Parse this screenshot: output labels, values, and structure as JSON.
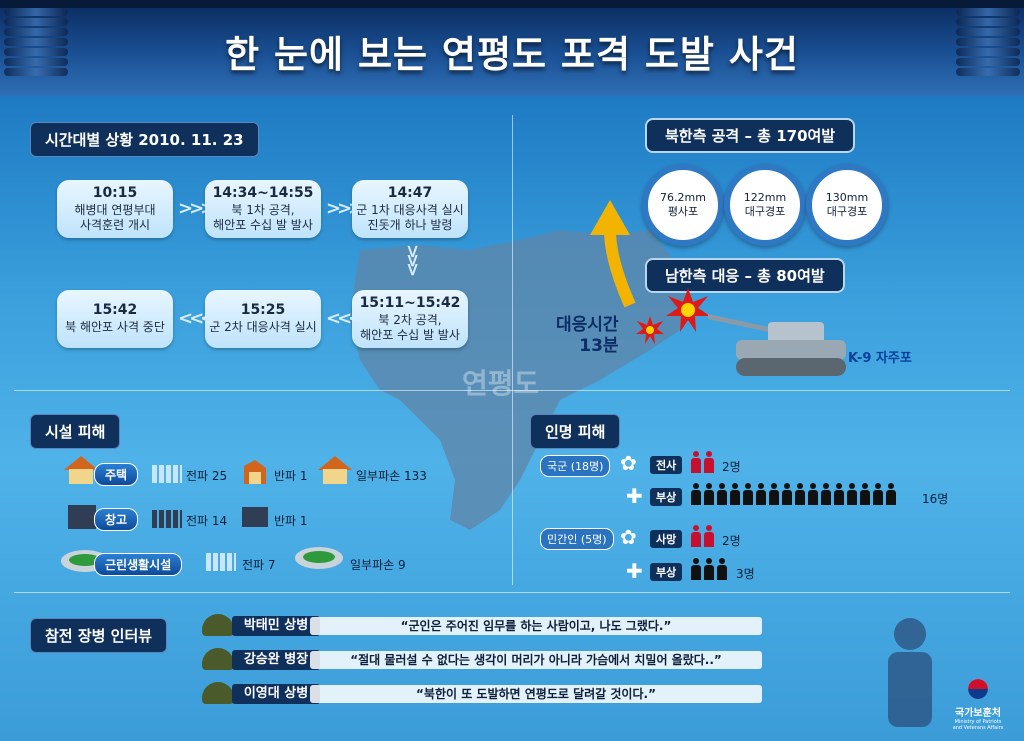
{
  "title": "한 눈에 보는 연평도 포격 도발 사건",
  "island_name": "연평도",
  "timeline": {
    "heading": "시간대별 상황 2010. 11. 23",
    "events": [
      {
        "time": "10:15",
        "line1": "해병대 연평부대",
        "line2": "사격훈련 개시"
      },
      {
        "time": "14:34~14:55",
        "line1": "북 1차 공격,",
        "line2": "해안포 수십 발 발사"
      },
      {
        "time": "14:47",
        "line1": "군 1차 대응사격 실시",
        "line2": "진돗개 하나 발령"
      },
      {
        "time": "15:11~15:42",
        "line1": "북 2차 공격,",
        "line2": "해안포 수십 발 발사"
      },
      {
        "time": "15:25",
        "line1": "군 2차 대응사격 실시",
        "line2": ""
      },
      {
        "time": "15:42",
        "line1": "북 해안포 사격 중단",
        "line2": ""
      }
    ]
  },
  "attack": {
    "nk_heading": "북한측 공격 – 총 170여발",
    "weapons": [
      {
        "caliber": "76.2mm",
        "name": "평사포"
      },
      {
        "caliber": "122mm",
        "name": "대구경포"
      },
      {
        "caliber": "130mm",
        "name": "대구경포"
      }
    ],
    "sk_heading": "남한측 대응 – 총 80여발",
    "response_time_label": "대응시간",
    "response_time_value": "13분",
    "k9_label": "K-9 자주포"
  },
  "facility_damage": {
    "heading": "시설 피해",
    "rows": [
      {
        "label": "주택",
        "destroyed": "전파 25",
        "half": "반파 1",
        "partial": "일부파손 133"
      },
      {
        "label": "창고",
        "destroyed": "전파 14",
        "half": "반파 1"
      },
      {
        "label": "근린생활시설",
        "destroyed": "전파 7",
        "partial": "일부파손 9"
      }
    ]
  },
  "casualties": {
    "heading": "인명 피해",
    "military_label": "국군 (18명)",
    "civilian_label": "민간인 (5명)",
    "rows": [
      {
        "tag": "전사",
        "count_text": "2명",
        "count": 2
      },
      {
        "tag": "부상",
        "count_text": "16명",
        "count": 16
      },
      {
        "tag": "사망",
        "count_text": "2명",
        "count": 2
      },
      {
        "tag": "부상",
        "count_text": "3명",
        "count": 3
      }
    ],
    "colors": {
      "dead": "#c8102e",
      "injured": "#111111"
    }
  },
  "interview": {
    "heading": "참전 장병 인터뷰",
    "items": [
      {
        "name": "박태민 상병",
        "quote": "“군인은 주어진 임무를 하는 사람이고, 나도 그랬다.”"
      },
      {
        "name": "강승완 병장",
        "quote": "“절대 물러설 수 없다는 생각이 머리가 아니라 가슴에서 치밀어 올랐다..”"
      },
      {
        "name": "이영대 상병",
        "quote": "“북한이 또 도발하면 연평도로 달려갈 것이다.”"
      }
    ]
  },
  "logo": {
    "name": "국가보훈처",
    "subtitle": "Ministry of Patriots and Veterans Affairs"
  }
}
